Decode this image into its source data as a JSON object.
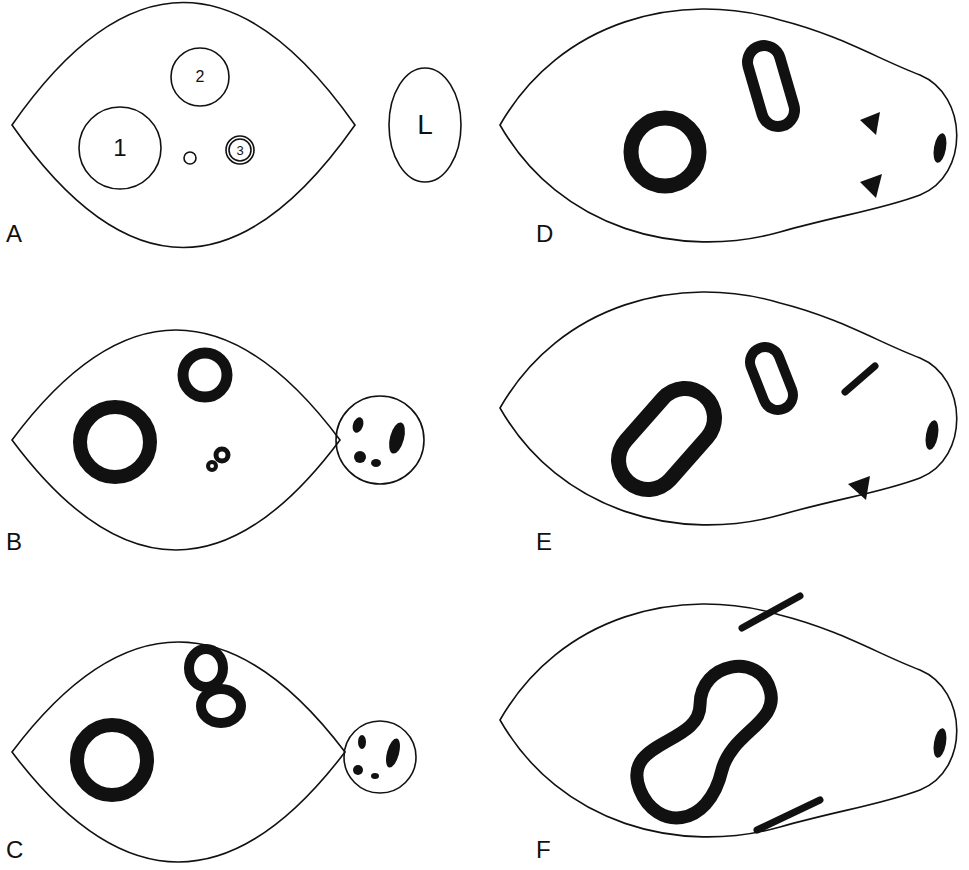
{
  "diagram": {
    "nodes": [
      {
        "text": [
          "1"
        ]
      },
      {
        "text": [
          "2"
        ]
      },
      {
        "text": [
          "3"
        ]
      },
      {
        "text": [
          "L"
        ]
      }
    ],
    "labels": [
      "A",
      "B",
      "C",
      "D",
      "E",
      "F"
    ]
  }
}
